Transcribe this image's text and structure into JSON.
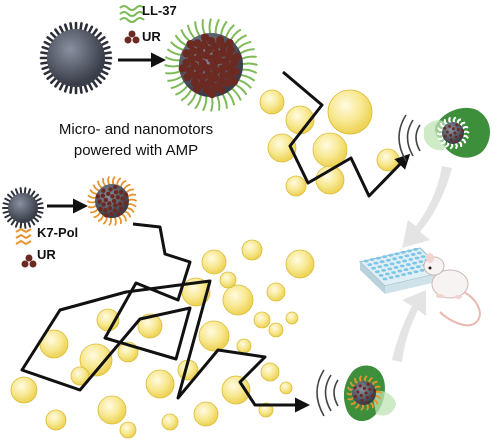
{
  "caption": {
    "line1": "Micro- and nanomotors",
    "line2": "powered with AMP"
  },
  "legend_top": {
    "peptide": "LL-37",
    "enzyme": "UR"
  },
  "legend_bottom": {
    "peptide": "K7-Pol",
    "enzyme": "UR"
  },
  "colors": {
    "bubble_fill": "#f6e27a",
    "bubble_edge": "#d9b92e",
    "path_stroke": "#111111",
    "particle_core": "#4a4f5e",
    "urease_dots": "#6b2a22",
    "ll37_green": "#7dbb57",
    "k7pol_orange": "#e8932f",
    "tissue_green": "#3d8f3c",
    "well_plate_blue": "#7cc7e8",
    "mouse_pink": "#f1d4cf",
    "flow_arrow_gray": "#e2e2e2"
  },
  "icons": [
    "spiky-nanoparticle",
    "motor-particle",
    "bubble",
    "well-plate",
    "mouse",
    "tissue",
    "signal-waves"
  ]
}
